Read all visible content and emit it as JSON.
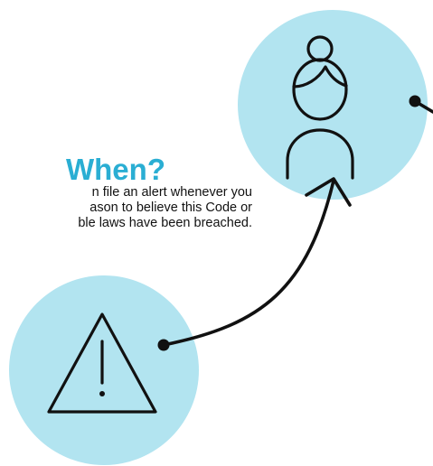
{
  "heading": "When?",
  "body_lines": [
    "n file an alert whenever you",
    "ason to believe this Code or",
    "ble laws have been breached."
  ],
  "colors": {
    "accent": "#2aaed3",
    "circle_fill": "#b2e4f0",
    "line": "#111111",
    "background": "#ffffff"
  },
  "icons": {
    "top_circle": "person-icon",
    "bottom_circle": "warning-triangle-icon"
  }
}
